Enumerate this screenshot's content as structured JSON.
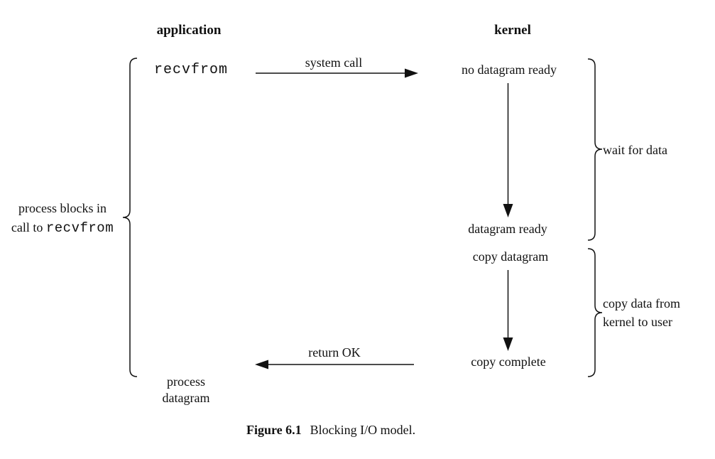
{
  "headers": {
    "application": "application",
    "kernel": "kernel"
  },
  "application_column": {
    "call": "recvfrom",
    "blocked_line1": "process blocks in",
    "blocked_line2_prefix": "call to ",
    "blocked_line2_code": "recvfrom",
    "process_line1": "process",
    "process_line2": "datagram"
  },
  "kernel_column": {
    "no_datagram_ready": "no datagram ready",
    "datagram_ready": "datagram ready",
    "copy_datagram": "copy datagram",
    "copy_complete": "copy complete"
  },
  "arrows": {
    "system_call": "system call",
    "return_ok": "return OK"
  },
  "braces": {
    "wait_for_data": "wait for data",
    "copy_data_line1": "copy data from",
    "copy_data_line2": "kernel to user"
  },
  "caption": {
    "figure_number": "Figure 6.1",
    "figure_title": "Blocking I/O model."
  },
  "colors": {
    "ink": "#111111",
    "background": "#ffffff"
  }
}
